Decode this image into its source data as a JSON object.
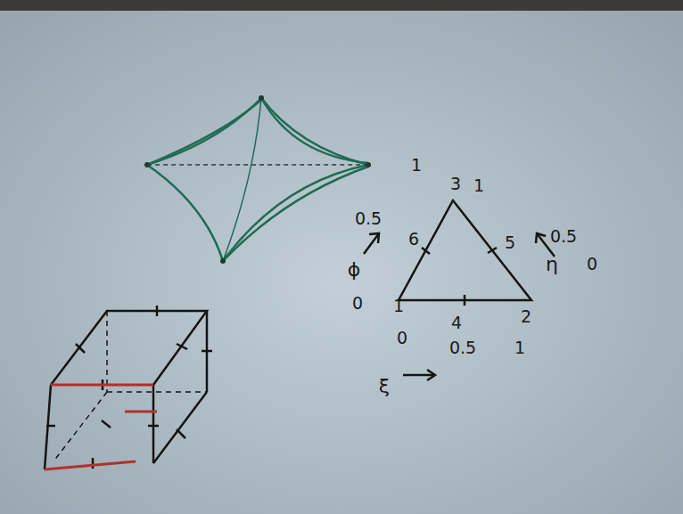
{
  "diagram": {
    "labels": [
      "1",
      "3",
      "1",
      "0.5",
      "6",
      "5",
      "0.5",
      "ϕ",
      "η",
      "0",
      "0",
      "1",
      "4",
      "2",
      "0",
      "0.5",
      "1",
      "ξ"
    ]
  }
}
